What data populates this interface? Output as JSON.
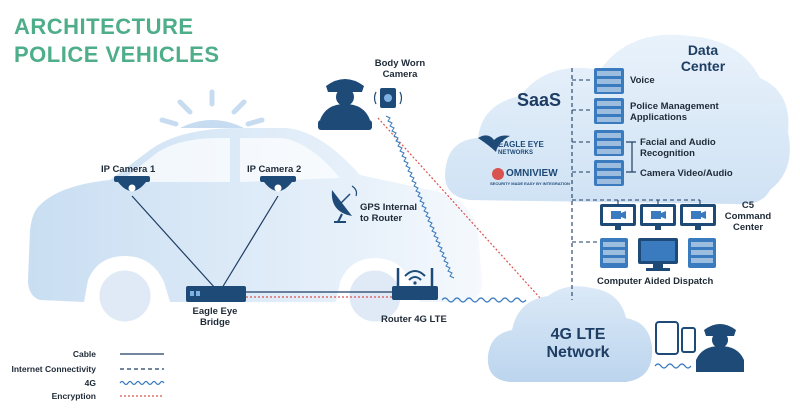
{
  "title": {
    "line1": "ARCHITECTURE",
    "line2": "POLICE VEHICLES"
  },
  "labels": {
    "ip_camera_1": "IP Camera 1",
    "ip_camera_2": "IP Camera 2",
    "body_worn_camera_l1": "Body Worn",
    "body_worn_camera_l2": "Camera",
    "gps_l1": "GPS Internal",
    "gps_l2": "to Router",
    "bridge_l1": "Eagle Eye",
    "bridge_l2": "Bridge",
    "router": "Router 4G LTE",
    "lte_l1": "4G LTE",
    "lte_l2": "Network",
    "saas": "SaaS",
    "datacenter_l1": "Data",
    "datacenter_l2": "Center",
    "voice": "Voice",
    "pma_l1": "Police Management",
    "pma_l2": "Applications",
    "facial_l1": "Facial and Audio",
    "facial_l2": "Recognition",
    "camera_va": "Camera Video/Audio",
    "c5_l1": "C5",
    "c5_l2": "Command",
    "c5_l3": "Center",
    "cad": "Computer Aided Dispatch"
  },
  "logos": {
    "eagle_eye_l1": "EAGLE EYE",
    "eagle_eye_l2": "NETWORKS",
    "omniview": "OMNIVIEW",
    "omniview_tag": "SECURITY MADE EASY BY INTEGRATION"
  },
  "legend": [
    {
      "label": "Cable",
      "style": "solid"
    },
    {
      "label": "Internet Connectivity",
      "style": "dashed"
    },
    {
      "label": "4G",
      "style": "wave"
    },
    {
      "label": "Encryption",
      "style": "dotted-red"
    }
  ],
  "colors": {
    "title": "#4fae8a",
    "dark_blue": "#1e4a78",
    "mid_blue": "#3a7bbf",
    "light_blue": "#d6e6f5",
    "encryption_red": "#d9534f"
  },
  "icons": [
    "police-car-icon",
    "dome-camera-icon",
    "officer-icon",
    "body-camera-icon",
    "satellite-dish-icon",
    "wifi-router-icon",
    "server-rack-icon",
    "monitor-icon",
    "tablet-icon",
    "phone-icon",
    "eagle-logo-icon"
  ]
}
